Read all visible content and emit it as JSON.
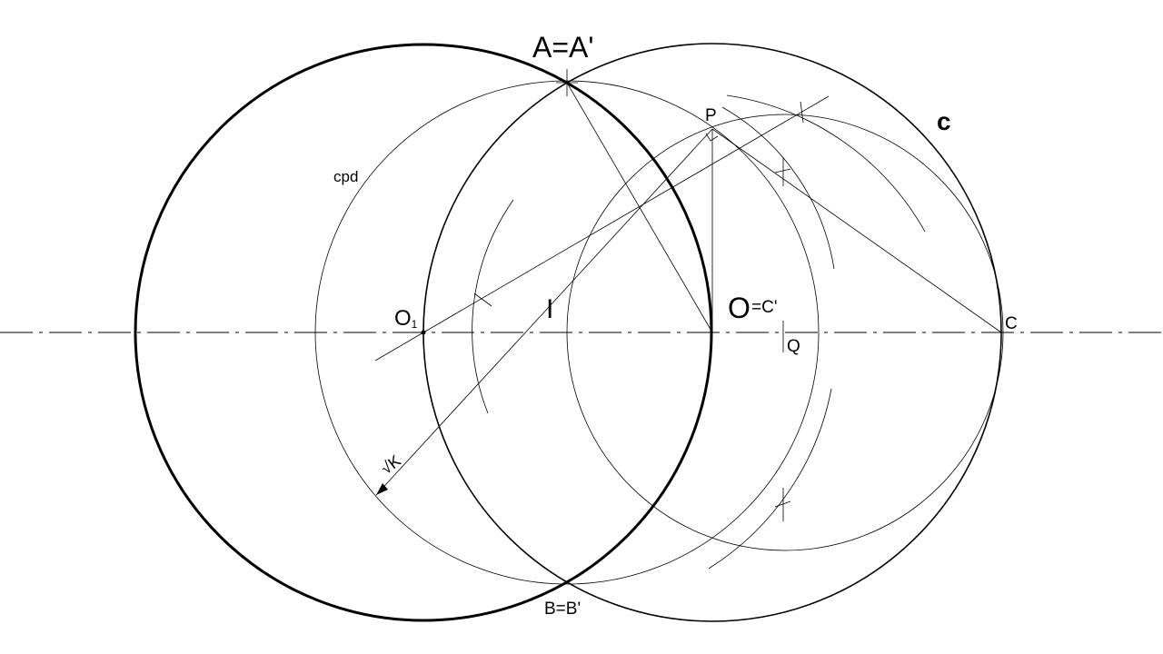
{
  "labels": {
    "A": "A=A'",
    "P": "P",
    "c": "c",
    "cpd": "cpd",
    "O1_base": "O",
    "O1_sub": "1",
    "I": "I",
    "O_main": "O",
    "O_suffix": "=C'",
    "C": "C",
    "Q": "Q",
    "B": "B=B'",
    "sqrtK": "√K"
  },
  "colors": {
    "ink": "#000000",
    "paper": "#ffffff"
  }
}
